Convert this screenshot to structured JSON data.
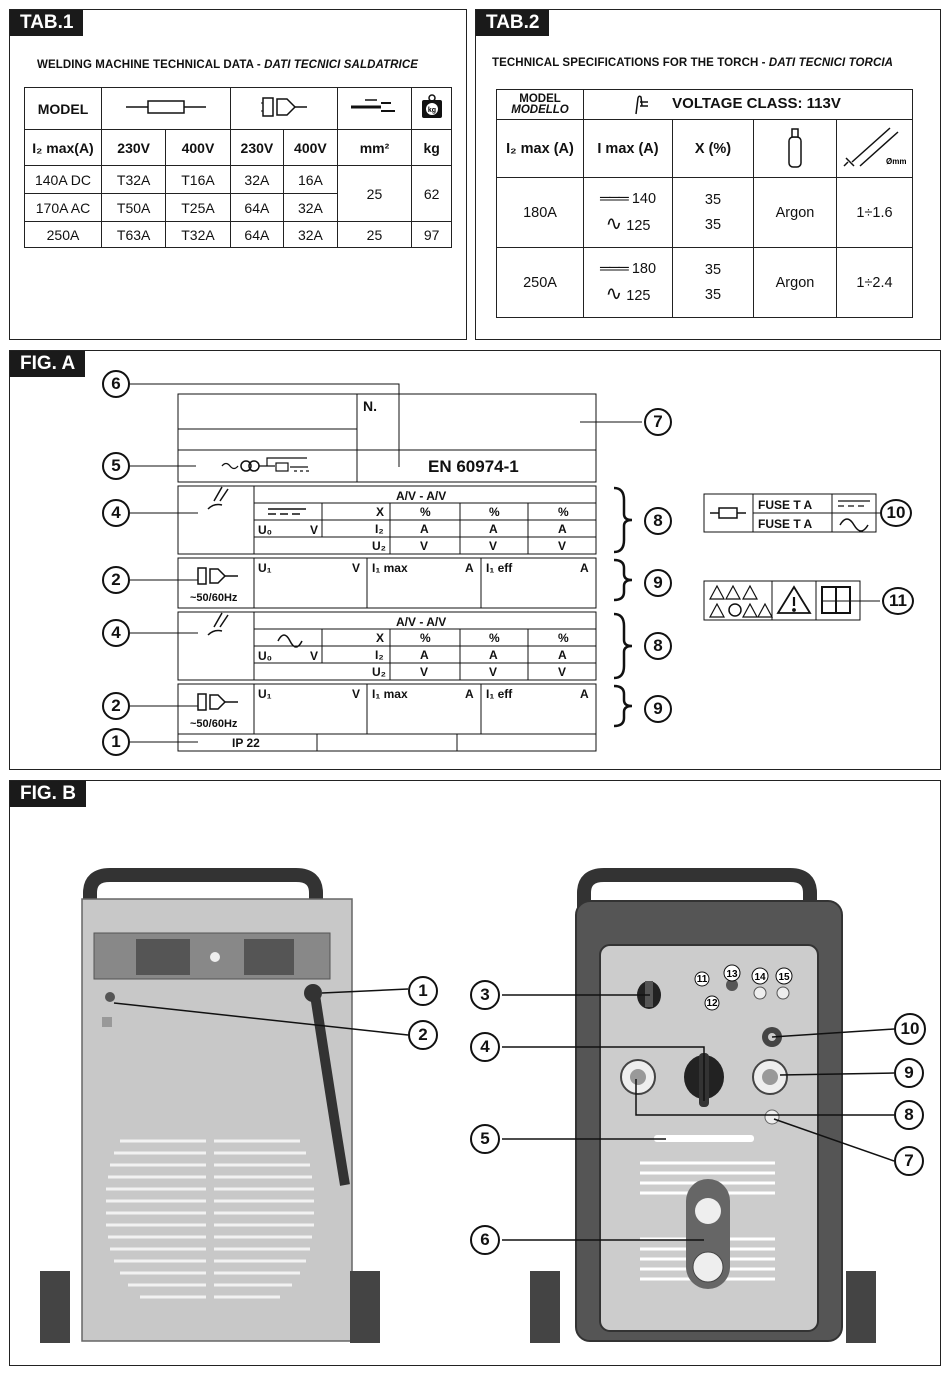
{
  "tab1": {
    "tag": "TAB.1",
    "title_en": "WELDING MACHINE TECHNICAL DATA - ",
    "title_it": "DATI TECNICI SALDATRICE",
    "col_model": "MODEL",
    "sub": {
      "imax": "I₂ max(A)",
      "v230a": "230V",
      "v400a": "400V",
      "v230b": "230V",
      "v400b": "400V",
      "mm": "mm²",
      "kg": "kg"
    },
    "rows": [
      {
        "model": "140A DC",
        "f230": "T32A",
        "f400": "T16A",
        "p230": "32A",
        "p400": "16A"
      },
      {
        "model": "170A AC",
        "f230": "T50A",
        "f400": "T25A",
        "p230": "64A",
        "p400": "32A"
      },
      {
        "model": "250A",
        "f230": "T63A",
        "f400": "T32A",
        "p230": "64A",
        "p400": "32A",
        "mm": "25",
        "kg": "97"
      }
    ],
    "merged_mm": "25",
    "merged_kg": "62",
    "kg_icon_text": "kg"
  },
  "tab2": {
    "tag": "TAB.2",
    "title_en": "TECHNICAL SPECIFICATIONS FOR THE TORCH - ",
    "title_it": "DATI TECNICI TORCIA",
    "model": "MODEL",
    "modello": "MODELLO",
    "voltage_class": "VOLTAGE CLASS: 113V",
    "headers": {
      "i2max": "I₂ max (A)",
      "imax": "I max (A)",
      "x": "X (%)",
      "dia": "Ømm"
    },
    "rows": [
      {
        "i2": "180A",
        "dc": "140",
        "ac": "125",
        "x1": "35",
        "x2": "35",
        "gas": "Argon",
        "dia": "1÷1.6"
      },
      {
        "i2": "250A",
        "dc": "180",
        "ac": "125",
        "x1": "35",
        "x2": "35",
        "gas": "Argon",
        "dia": "1÷2.4"
      }
    ]
  },
  "figA": {
    "tag": "FIG. A",
    "n_label": "N.",
    "standard": "EN 60974-1",
    "avav": "A/V - A/V",
    "x": "X",
    "pct": "%",
    "i2": "I₂",
    "u2": "U₂",
    "a": "A",
    "v": "V",
    "u0": "U₀",
    "u1": "U₁",
    "i1max": "I₁ max",
    "i1eff": "I₁ eff",
    "hz": "~50/60Hz",
    "ip": "IP 22",
    "fuse": "FUSE T  A",
    "callouts": [
      "6",
      "7",
      "5",
      "4",
      "8",
      "2",
      "9",
      "4",
      "8",
      "2",
      "9",
      "1",
      "10",
      "11"
    ]
  },
  "figB": {
    "tag": "FIG. B",
    "left_callouts": [
      "1",
      "2"
    ],
    "right_callouts": [
      "3",
      "4",
      "5",
      "6",
      "10",
      "9",
      "8",
      "7"
    ],
    "panel_labels": [
      "11",
      "12",
      "13",
      "14",
      "15"
    ]
  }
}
